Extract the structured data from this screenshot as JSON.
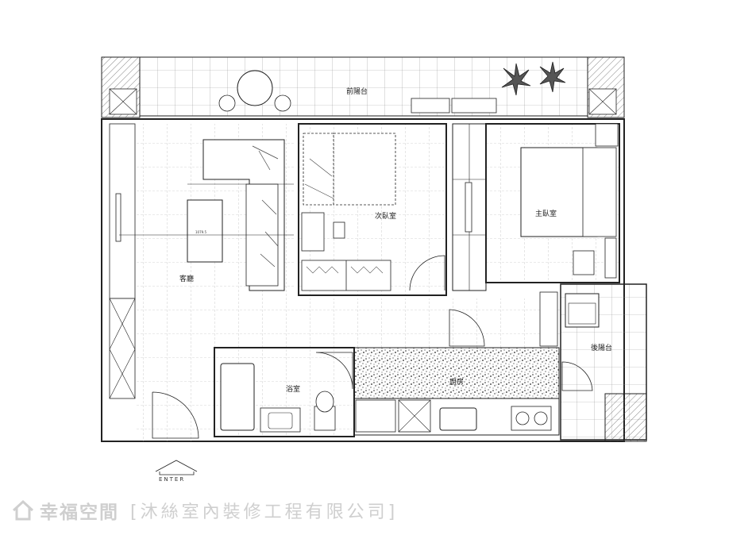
{
  "rooms": {
    "front_balcony": "前陽台",
    "living_room": "客廳",
    "second_bedroom": "次臥室",
    "master_bedroom": "主臥室",
    "bathroom": "浴室",
    "kitchen": "廚房",
    "back_balcony": "後陽台"
  },
  "entrance": {
    "label": "ENTER"
  },
  "watermark": {
    "brand": "幸福空間",
    "company": "[沐絲室內裝修工程有限公司]"
  },
  "colors": {
    "line": "#222222",
    "watermark": "#cfcfcf"
  },
  "icons": {
    "watermark_logo": "house-outline-icon"
  }
}
